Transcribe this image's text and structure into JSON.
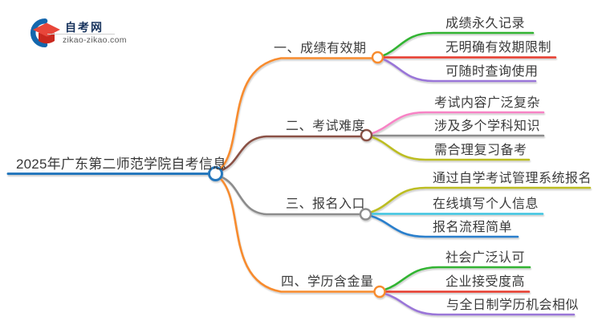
{
  "logo": {
    "title": "自考网",
    "domain": "zikao-zikao.com",
    "arc_color": "#1467ad",
    "cap_color": "#e8463a",
    "cap_dark_color": "#c9281e"
  },
  "root": {
    "label": "2025年广东第二师范学院自考信息",
    "color": "#2678bd"
  },
  "branches": [
    {
      "label": "一、成绩有效期",
      "color": "#f78b2d",
      "children": [
        {
          "label": "成绩永久记录",
          "color": "#31b432"
        },
        {
          "label": "无明确有效期限制",
          "color": "#e63a2e"
        },
        {
          "label": "可随时查询使用",
          "color": "#9a76d8"
        }
      ]
    },
    {
      "label": "二、考试难度",
      "color": "#8a5145",
      "children": [
        {
          "label": "考试内容广泛复杂",
          "color": "#f783c5"
        },
        {
          "label": "涉及多个学科知识",
          "color": "#8c8c8c"
        },
        {
          "label": "需合理复习备考",
          "color": "#bcbd22"
        }
      ]
    },
    {
      "label": "三、报名入口",
      "color": "#8c8c8c",
      "children": [
        {
          "label": "通过自学考试管理系统报名",
          "color": "#bcbd22"
        },
        {
          "label": "在线填写个人信息",
          "color": "#3cc4e0"
        },
        {
          "label": "报名流程简单",
          "color": "#2a7fcc"
        }
      ]
    },
    {
      "label": "四、学历含金量",
      "color": "#f78b2d",
      "children": [
        {
          "label": "社会广泛认可",
          "color": "#31b432"
        },
        {
          "label": "企业接受度高",
          "color": "#e63a2e"
        },
        {
          "label": "与全日制学历机会相似",
          "color": "#9a76d8"
        }
      ]
    }
  ]
}
